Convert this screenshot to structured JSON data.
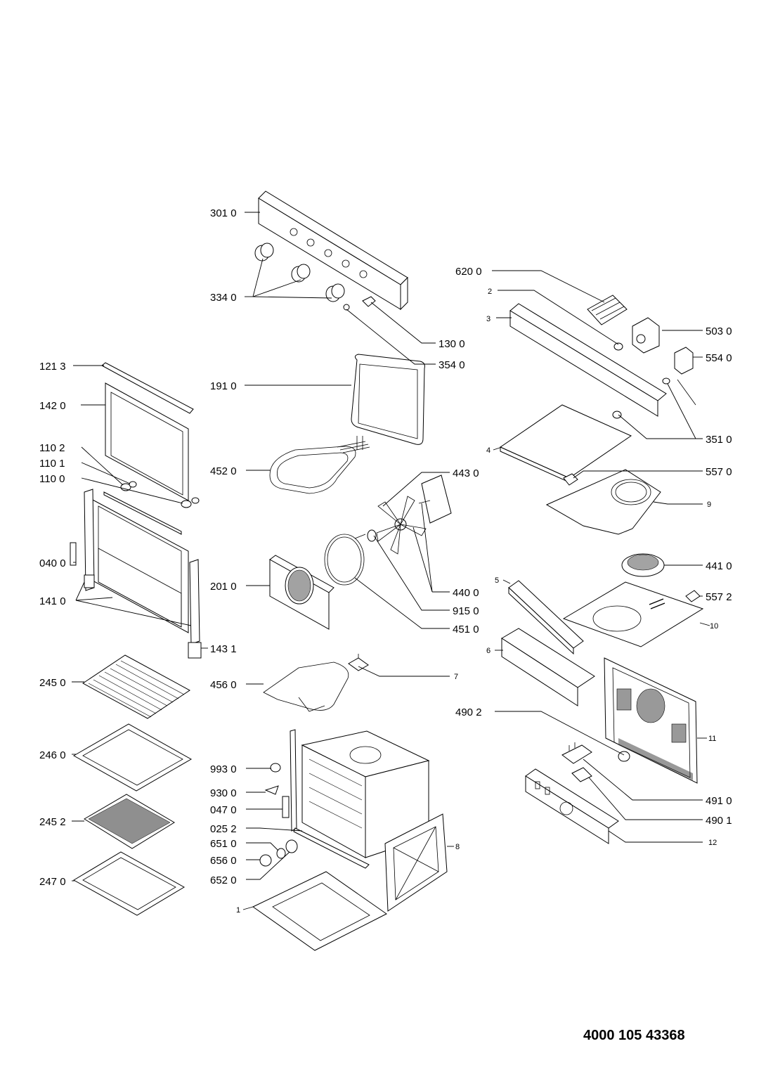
{
  "document_number": "4000 105 43368",
  "callouts": {
    "c3010": "301 0",
    "c3340": "334 0",
    "c1300": "130 0",
    "c3540": "354 0",
    "c6200": "620 0",
    "c2": "2",
    "c3": "3",
    "c5030": "503 0",
    "c5540": "554 0",
    "c1213": "121 3",
    "c1910": "191 0",
    "c1420": "142 0",
    "c3510": "351 0",
    "c4": "4",
    "c1102": "110 2",
    "c1101": "110 1",
    "c1100": "110 0",
    "c4520": "452 0",
    "c4430": "443 0",
    "c5570": "557 0",
    "c9": "9",
    "c0400": "040 0",
    "c4410": "441 0",
    "c5": "5",
    "c1410": "141 0",
    "c2010": "201 0",
    "c4400": "440 0",
    "c5572": "557 2",
    "c9150": "915 0",
    "c10": "10",
    "c4510": "451 0",
    "c6": "6",
    "c1431": "143 1",
    "c2450": "245 0",
    "c4560": "456 0",
    "c7": "7",
    "c4902": "490 2",
    "c11": "11",
    "c2460": "246 0",
    "c9930": "993 0",
    "c9300": "930 0",
    "c0470": "047 0",
    "c4910": "491 0",
    "c4901": "490 1",
    "c2452": "245 2",
    "c0252": "025 2",
    "c6510": "651 0",
    "c8": "8",
    "c12": "12",
    "c6560": "656 0",
    "c6520": "652 0",
    "c2470": "247 0",
    "c1": "1"
  }
}
